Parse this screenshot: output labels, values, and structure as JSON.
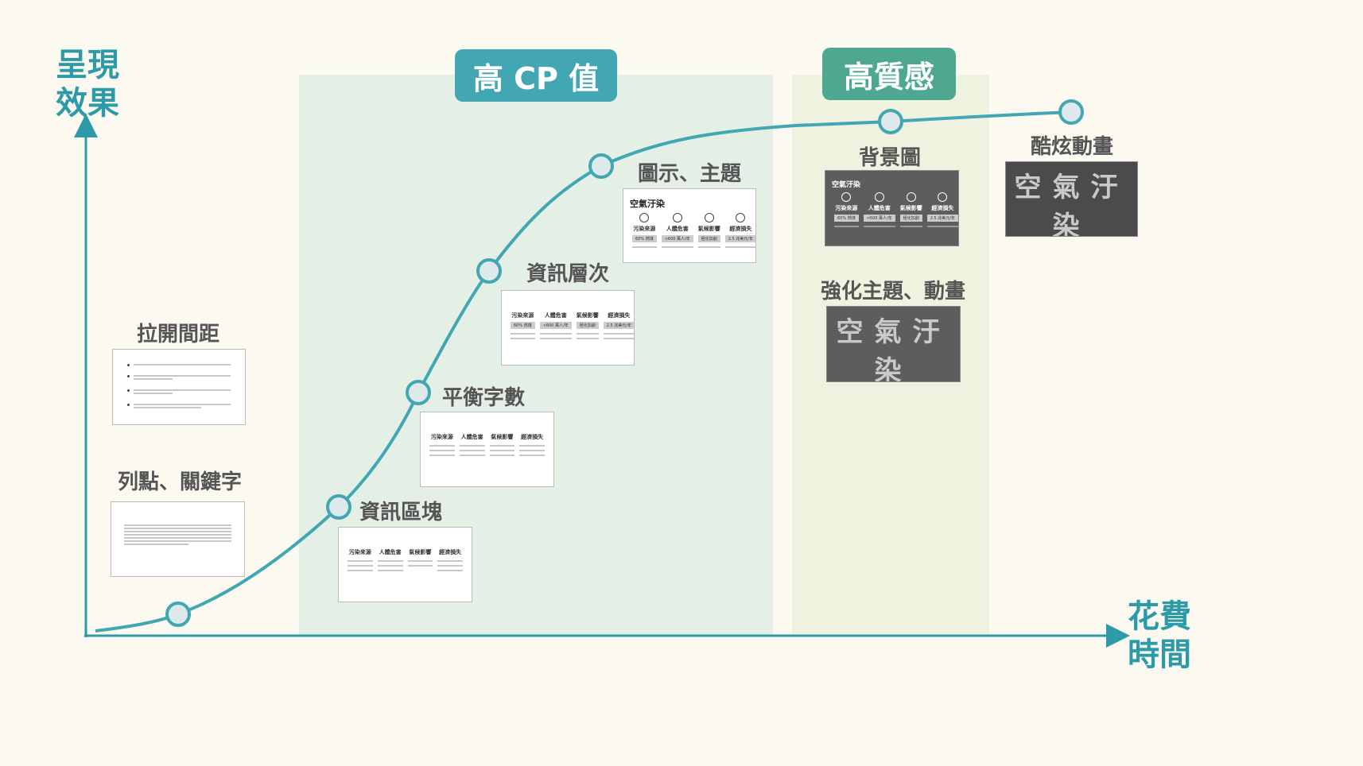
{
  "axes": {
    "y_label": "呈現\n效果",
    "x_label": "花費\n時間"
  },
  "zones": [
    {
      "label": "高 CP 值",
      "color": "#42a7b3",
      "fill": "#e4efe6"
    },
    {
      "label": "高質感",
      "color": "#4da88f",
      "fill": "#eef3df"
    }
  ],
  "stages": [
    {
      "label": "列點、關鍵字"
    },
    {
      "label": "拉開間距"
    },
    {
      "label": "資訊區塊"
    },
    {
      "label": "平衡字數"
    },
    {
      "label": "資訊層次"
    },
    {
      "label": "圖示、主題"
    },
    {
      "label": "背景圖"
    },
    {
      "label": "強化主題、動畫"
    },
    {
      "label": "酷炫動畫"
    }
  ],
  "slide": {
    "topic": "空氣汙染",
    "columns": [
      "污染來源",
      "人體危害",
      "氣候影響",
      "經濟損失"
    ],
    "badges": [
      "60% 燃煤",
      "<600 萬人/年",
      "極化加劇",
      "2.5 兆美元/年"
    ]
  },
  "colors": {
    "curve": "#42a7b3",
    "axis": "#2c9aa8",
    "point_fill": "#dde9ea"
  }
}
